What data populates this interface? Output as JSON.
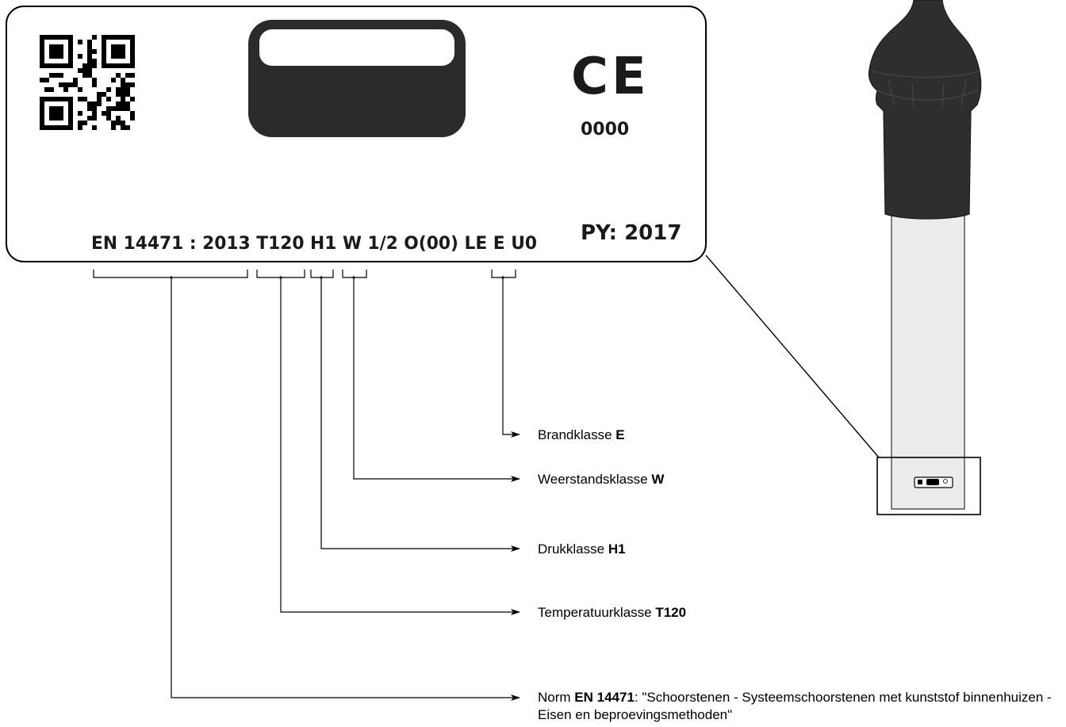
{
  "label": {
    "ce_mark": "CE",
    "notified_body": "0000",
    "production_year": "PY: 2017",
    "code_string": "EN 14471 : 2013 T120 H1 W 1/2 O(00) LE E U0"
  },
  "callouts": [
    {
      "prefix": "Brandklasse ",
      "bold": "E",
      "suffix": ""
    },
    {
      "prefix": "Weerstandsklasse ",
      "bold": "W",
      "suffix": ""
    },
    {
      "prefix": "Drukklasse ",
      "bold": "H1",
      "suffix": ""
    },
    {
      "prefix": "Temperatuurklasse ",
      "bold": "T120",
      "suffix": ""
    },
    {
      "prefix": "Norm ",
      "bold": "EN 14471",
      "suffix": ": \"Schoorstenen - Systeemschoorstenen met kunststof binnenhuizen - Eisen en beproevingsmethoden\""
    }
  ],
  "colors": {
    "cap": "#2e2e2e",
    "pipe": "#ececea",
    "plate_icon": "#2b2b2b"
  }
}
